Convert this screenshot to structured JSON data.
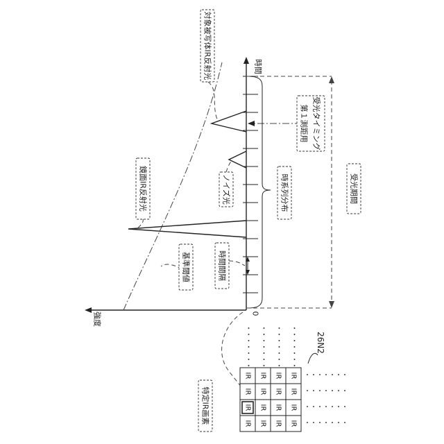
{
  "labels": {
    "intensity_axis": "強度",
    "time_axis": "時間",
    "origin": "0",
    "target_ir": "対象被写体IR反射光",
    "mirror_ir": "鏡面IR反射光",
    "noise": "ノイズ光",
    "reference_threshold": "基準閾値",
    "time_interval": "時間間隔",
    "time_series": "時系列分布",
    "first_timing_line1": "第１測距用",
    "first_timing_line2": "受光タイミング",
    "light_period": "受光期間",
    "specific_pixel": "特定IR画素",
    "sensor_ref": "26N2",
    "pixel": "IR",
    "dots": "・・・・・・・"
  },
  "colors": {
    "line": "#222222",
    "background": "#ffffff"
  }
}
